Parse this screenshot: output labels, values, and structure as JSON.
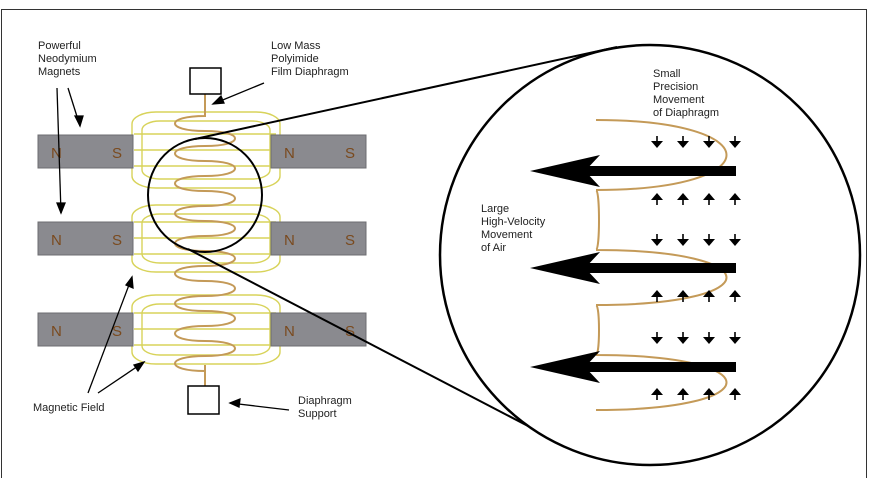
{
  "labels": {
    "magnets": [
      "Powerful",
      "Neodymium",
      "Magnets"
    ],
    "film": [
      "Low Mass",
      "Polyimide",
      "Film Diaphragm"
    ],
    "field": "Magnetic Field",
    "support": [
      "Diaphragm",
      "Support"
    ],
    "small_move": [
      "Small",
      "Precision",
      "Movement",
      "of Diaphragm"
    ],
    "large_move": [
      "Large",
      "High-Velocity",
      "Movement",
      "of Air"
    ]
  },
  "poles": {
    "north": "N",
    "south": "S"
  },
  "colors": {
    "magnet": "#8a8a8f",
    "field": "#d8d35a",
    "diaphragm": "#c49a58",
    "line": "#000000",
    "pole_text": "#7a4a1e"
  }
}
